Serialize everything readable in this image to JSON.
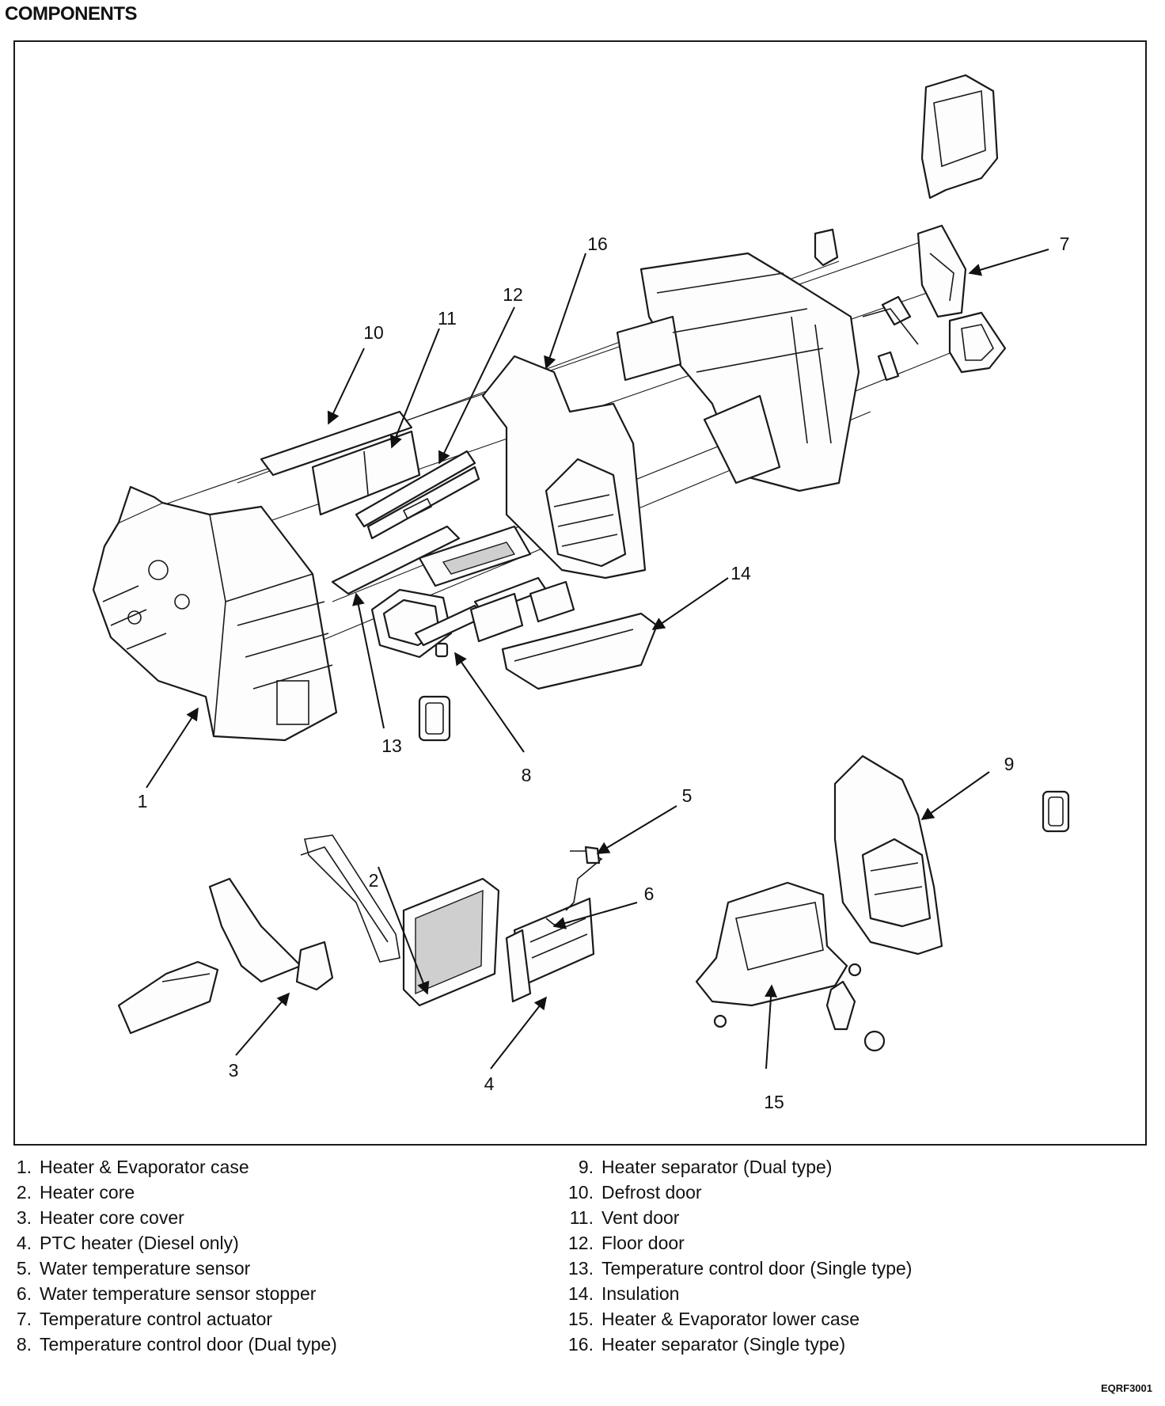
{
  "heading": "COMPONENTS",
  "callouts": [
    "1",
    "2",
    "3",
    "4",
    "5",
    "6",
    "7",
    "8",
    "9",
    "10",
    "11",
    "12",
    "13",
    "14",
    "15",
    "16"
  ],
  "legend": [
    {
      "num": "1.",
      "text": "Heater & Evaporator case"
    },
    {
      "num": "2.",
      "text": "Heater core"
    },
    {
      "num": "3.",
      "text": "Heater core cover"
    },
    {
      "num": "4.",
      "text": "PTC heater (Diesel only)"
    },
    {
      "num": "5.",
      "text": "Water temperature sensor"
    },
    {
      "num": "6.",
      "text": "Water temperature sensor stopper"
    },
    {
      "num": "7.",
      "text": "Temperature control actuator"
    },
    {
      "num": "8.",
      "text": "Temperature control door (Dual type)"
    },
    {
      "num": "9.",
      "text": "Heater separator (Dual type)"
    },
    {
      "num": "10.",
      "text": "Defrost door"
    },
    {
      "num": "11.",
      "text": "Vent door"
    },
    {
      "num": "12.",
      "text": "Floor door"
    },
    {
      "num": "13.",
      "text": "Temperature control door (Single type)"
    },
    {
      "num": "14.",
      "text": "Insulation"
    },
    {
      "num": "15.",
      "text": "Heater & Evaporator lower case"
    },
    {
      "num": "16.",
      "text": "Heater separator (Single type)"
    }
  ],
  "figure_code": "EQRF3001"
}
